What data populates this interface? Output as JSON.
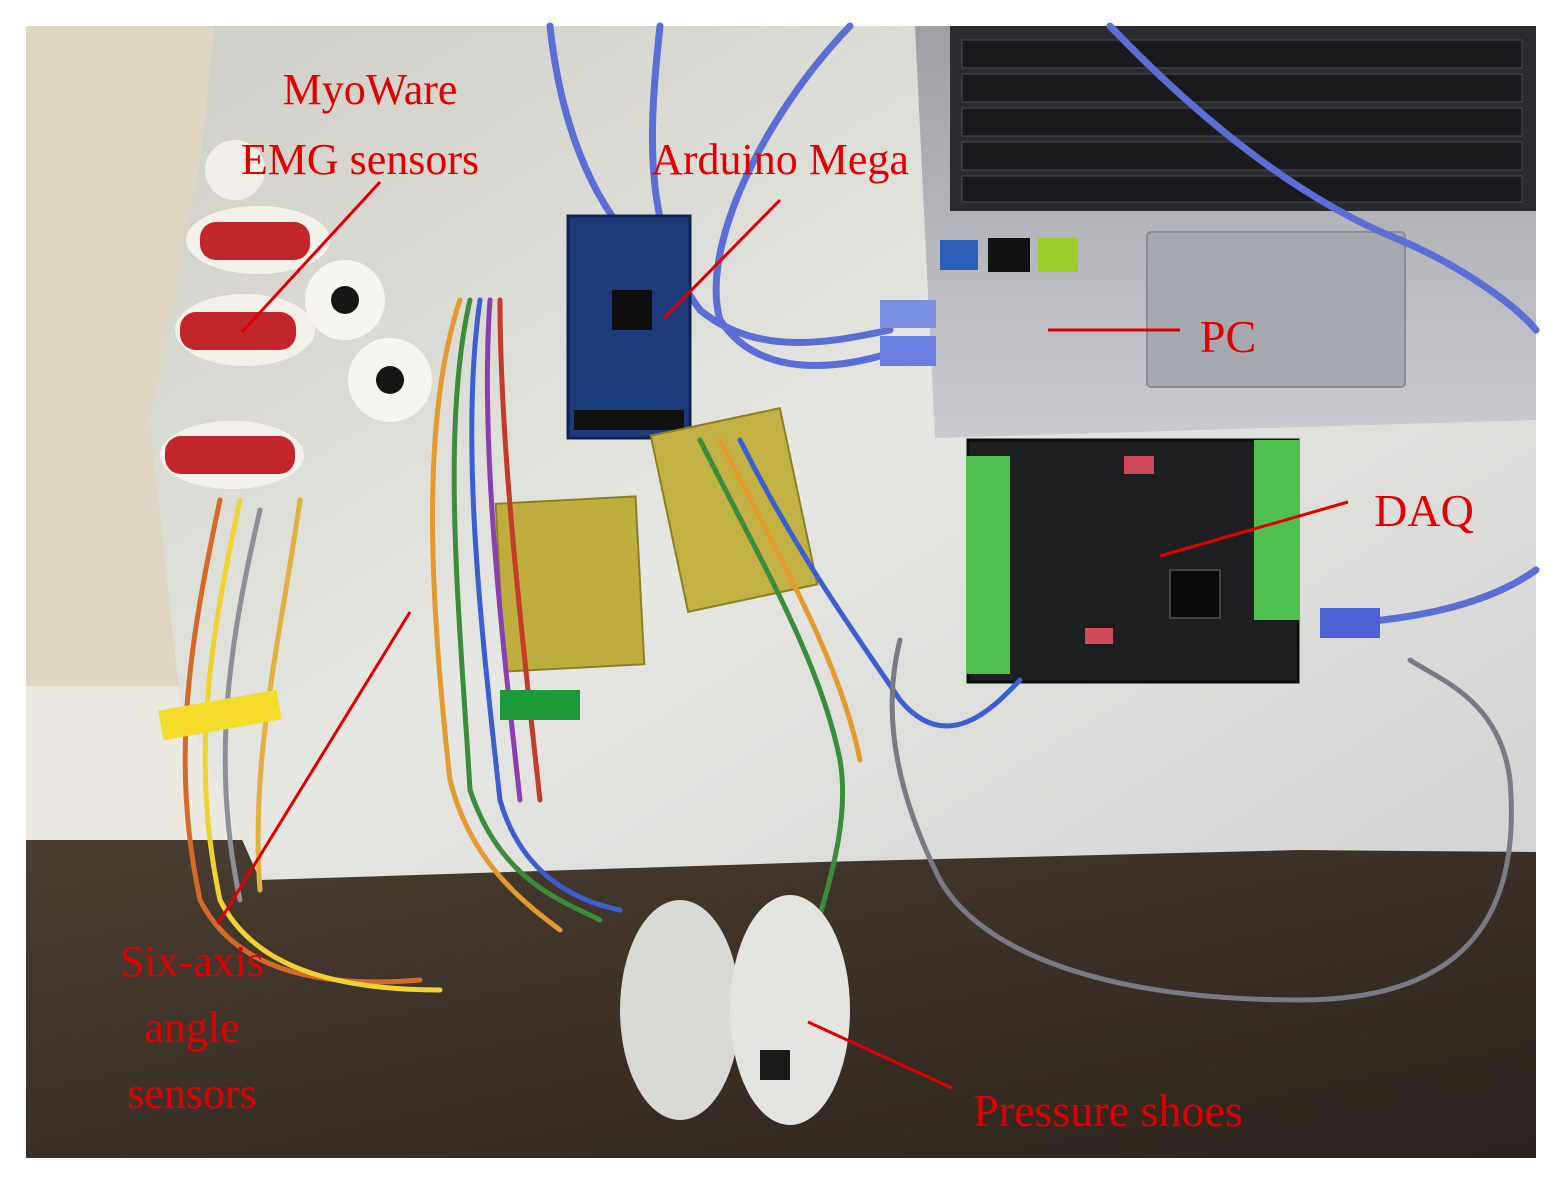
{
  "labels": {
    "emg_line1": "MyoWare",
    "emg_line2": "EMG sensors",
    "arduino": "Arduino Mega",
    "pc": "PC",
    "daq": "DAQ",
    "six_axis_line1": "Six-axis",
    "six_axis_line2": "angle",
    "six_axis_line3": "sensors",
    "shoes": "Pressure shoes"
  },
  "colors": {
    "annotation": "#e00000",
    "table": "#dcdcd8",
    "floor": "#3a3027",
    "laptop": "#b9bbc2",
    "daq_board": "#1e1f20",
    "terminal_block": "#4fbf4f",
    "arduino_board": "#1d3a7a",
    "usb_cable": "#5a6fd6"
  }
}
